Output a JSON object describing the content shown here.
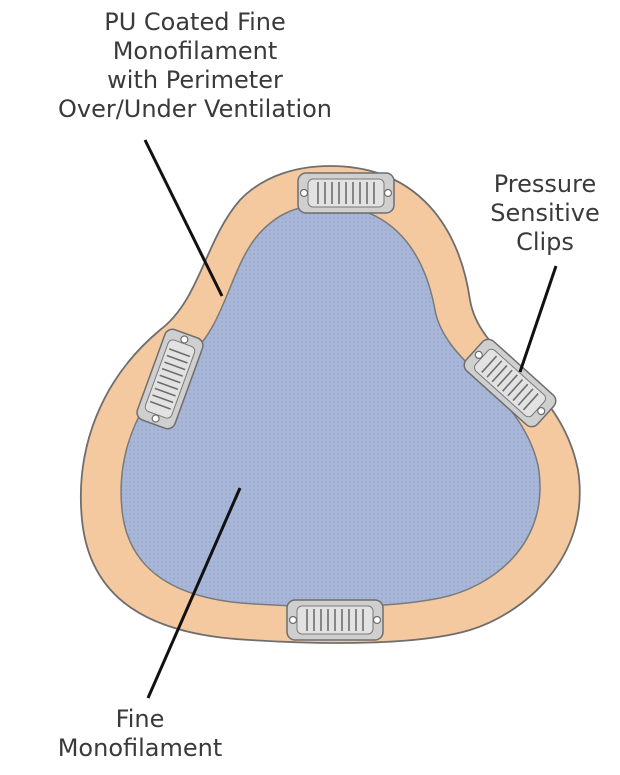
{
  "labels": {
    "pu_coated": [
      "PU Coated Fine",
      "Monofilament",
      "with Perimeter",
      "Over/Under Ventilation"
    ],
    "pressure_clips": [
      "Pressure",
      "Sensitive",
      "Clips"
    ],
    "fine_mono": [
      "Fine",
      "Monofilament"
    ]
  },
  "colors": {
    "outer_border": "#f4c9a0",
    "inner_mesh": "#a8b6d8",
    "clip_fill": "#c9c9c9",
    "outline": "#6e6e6e",
    "leader_line": "#111111",
    "text": "#3a3a3a"
  }
}
